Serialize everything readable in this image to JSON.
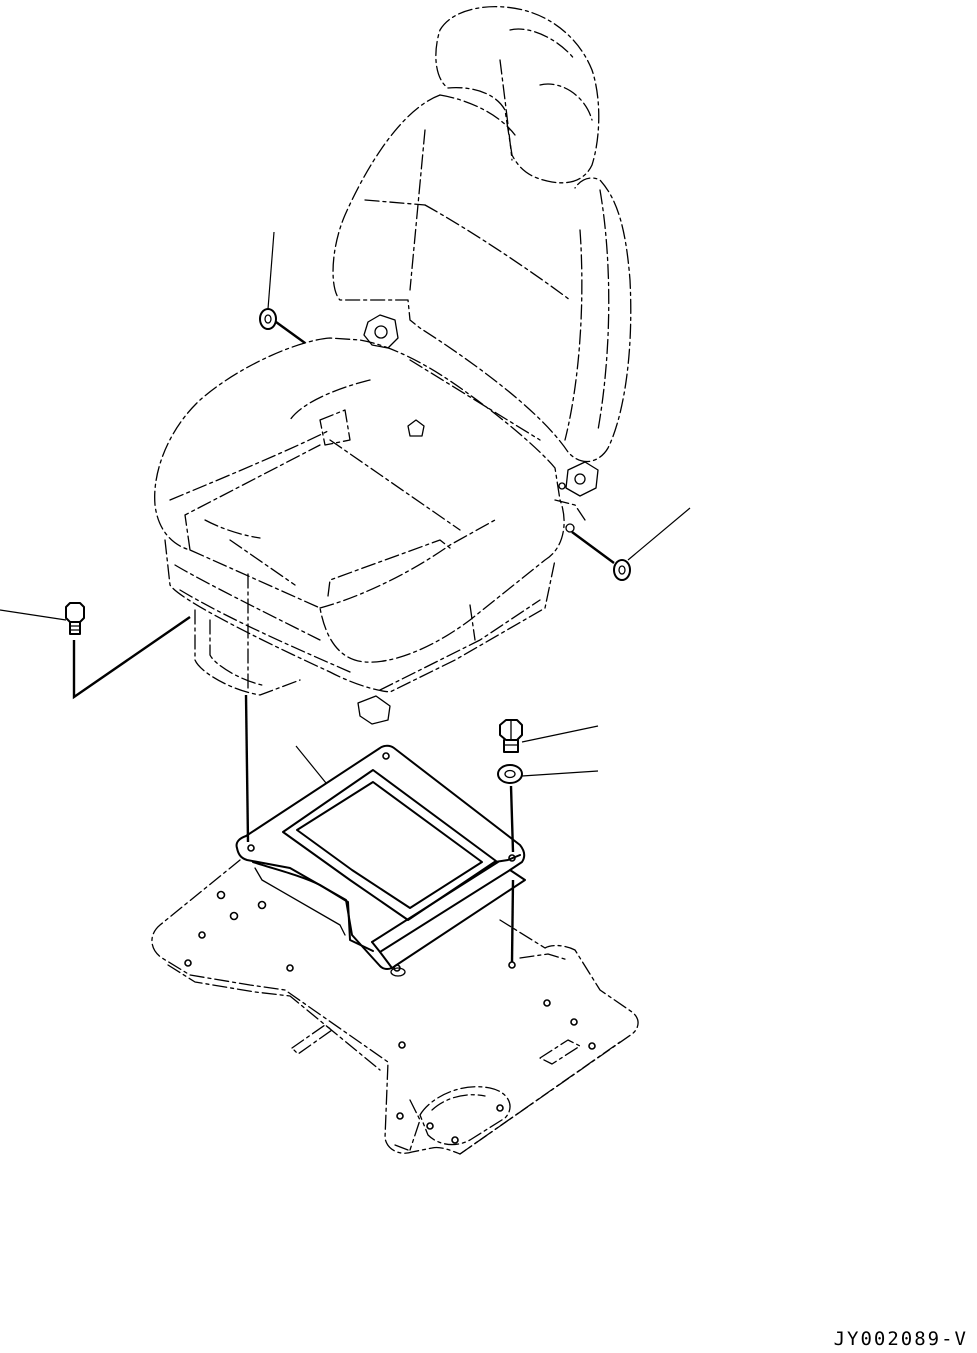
{
  "drawing": {
    "code": "JY002089-V"
  },
  "parts": [
    {
      "name": "operator-seat",
      "style": "phantom"
    },
    {
      "name": "cab-floor-plate",
      "style": "phantom"
    },
    {
      "name": "seat-mounting-bracket",
      "style": "solid"
    },
    {
      "name": "socket-head-cap-screw",
      "style": "solid"
    },
    {
      "name": "hex-bolt",
      "style": "solid"
    },
    {
      "name": "flat-washer",
      "style": "solid"
    }
  ],
  "colors": {
    "ink": "#000000",
    "paper": "#ffffff"
  }
}
